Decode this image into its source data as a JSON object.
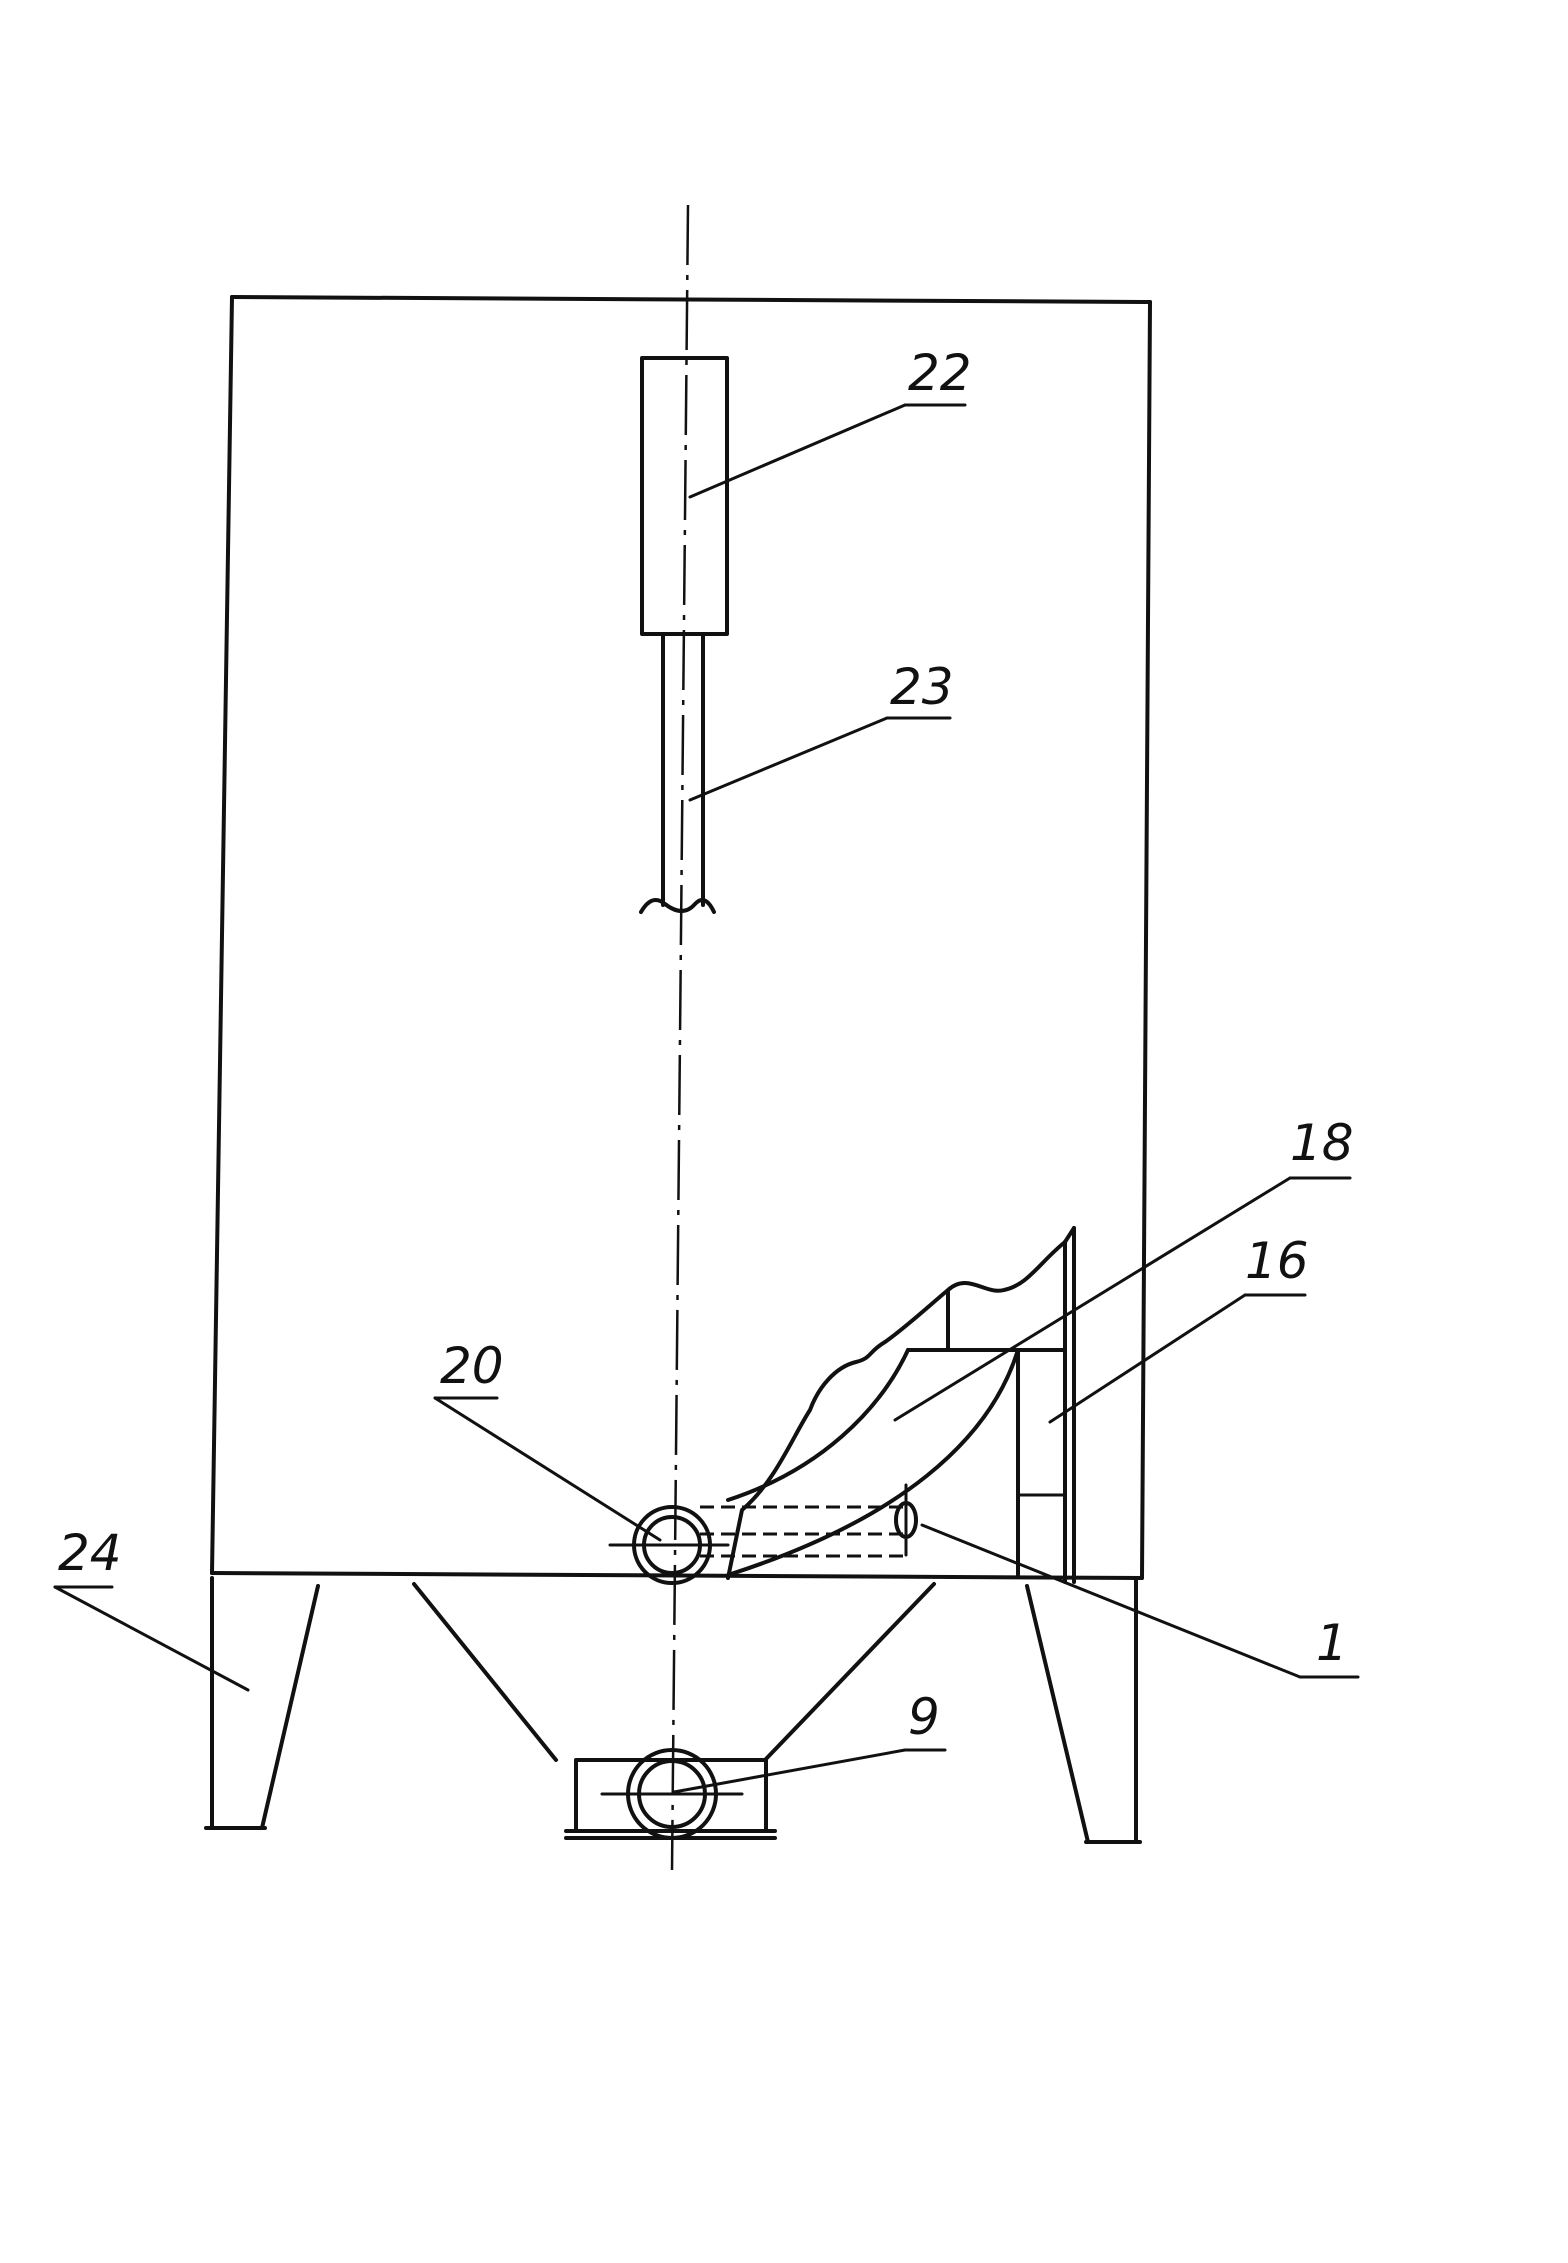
{
  "labels": {
    "l22": "22",
    "l23": "23",
    "l18": "18",
    "l16": "16",
    "l20": "20",
    "l24": "24",
    "l1": "1",
    "l9": "9"
  }
}
